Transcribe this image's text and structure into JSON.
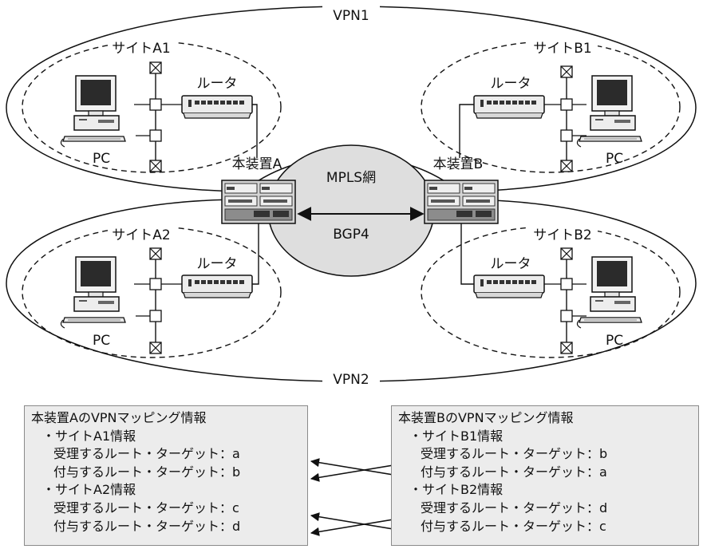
{
  "vpn1_label": "VPN1",
  "vpn2_label": "VPN2",
  "mpls_label": "MPLS網",
  "bgp_label": "BGP4",
  "device_a_label": "本装置A",
  "device_b_label": "本装置B",
  "sites": {
    "a1": {
      "label": "サイトA1",
      "router": "ルータ",
      "pc": "PC"
    },
    "b1": {
      "label": "サイトB1",
      "router": "ルータ",
      "pc": "PC"
    },
    "a2": {
      "label": "サイトA2",
      "router": "ルータ",
      "pc": "PC"
    },
    "b2": {
      "label": "サイトB2",
      "router": "ルータ",
      "pc": "PC"
    }
  },
  "panel_a": {
    "title": "本装置AのVPNマッピング情報",
    "site1": "・サイトA1情報",
    "site1_accept": "受理するルート・ターゲット：a",
    "site1_assign": "付与するルート・ターゲット：b",
    "site2": "・サイトA2情報",
    "site2_accept": "受理するルート・ターゲット：c",
    "site2_assign": "付与するルート・ターゲット：d"
  },
  "panel_b": {
    "title": "本装置BのVPNマッピング情報",
    "site1": "・サイトB1情報",
    "site1_accept": "受理するルート・ターゲット：b",
    "site1_assign": "付与するルート・ターゲット：a",
    "site2": "・サイトB2情報",
    "site2_accept": "受理するルート・ターゲット：d",
    "site2_assign": "付与するルート・ターゲット：c"
  },
  "colors": {
    "line": "#111111",
    "mpls_fill": "#dedede",
    "panel_fill": "#ececec"
  }
}
